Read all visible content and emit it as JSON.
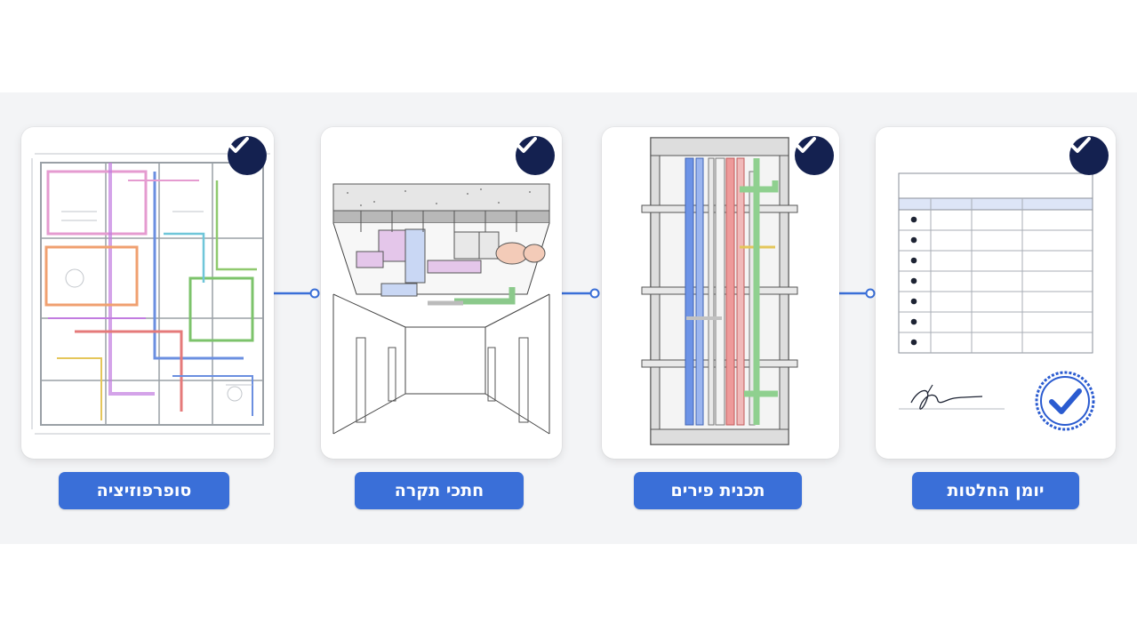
{
  "steps": [
    {
      "id": "superposition",
      "label": "סופרפוזיציה",
      "status_icon": "check-circle-icon"
    },
    {
      "id": "ceiling-sections",
      "label": "חתכי תקרה",
      "status_icon": "check-circle-icon"
    },
    {
      "id": "shaft-plan",
      "label": "תכנית פירים",
      "status_icon": "check-circle-icon"
    },
    {
      "id": "decision-log",
      "label": "יומן החלטות",
      "status_icon": "check-circle-icon"
    }
  ],
  "colors": {
    "accent": "#3a6fd8",
    "check_badge": "#142150",
    "band": "#f3f4f6",
    "stamp": "#2a5bd0"
  }
}
